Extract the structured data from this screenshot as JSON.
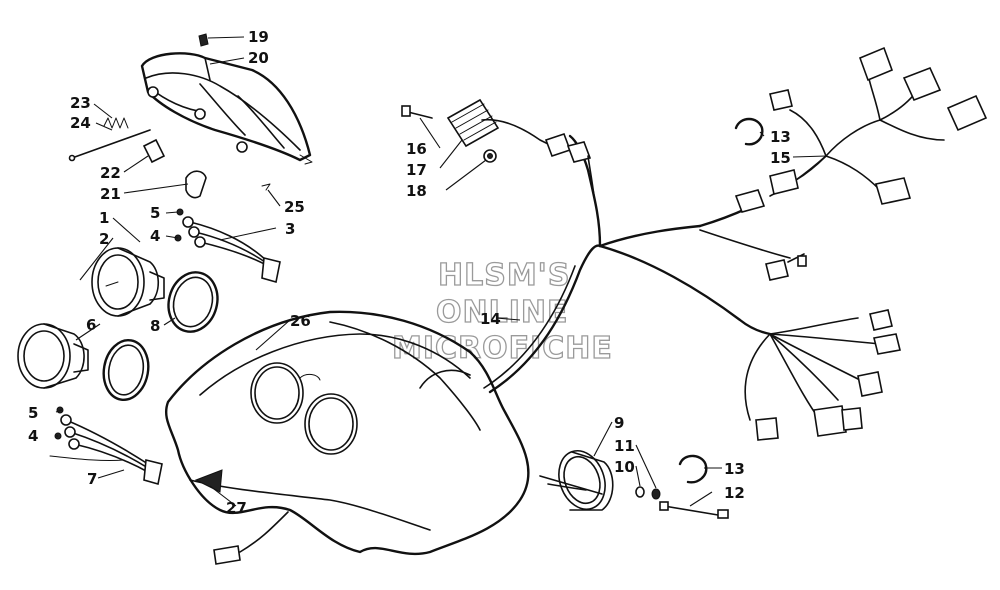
{
  "watermark": {
    "line1": "HLSM'S",
    "line2": "ONLINE",
    "line3": "MICROFICHE"
  },
  "callouts": {
    "c1": "1",
    "c2": "2",
    "c3": "3",
    "c4a": "4",
    "c4b": "4",
    "c5a": "5",
    "c5b": "5",
    "c6": "6",
    "c7": "7",
    "c8": "8",
    "c9": "9",
    "c10": "10",
    "c11": "11",
    "c12": "12",
    "c13a": "13",
    "c13b": "13",
    "c14": "14",
    "c15": "15",
    "c16": "16",
    "c17": "17",
    "c18": "18",
    "c19": "19",
    "c20": "20",
    "c21": "21",
    "c22": "22",
    "c23": "23",
    "c24": "24",
    "c25": "25",
    "c26": "26",
    "c27": "27"
  }
}
